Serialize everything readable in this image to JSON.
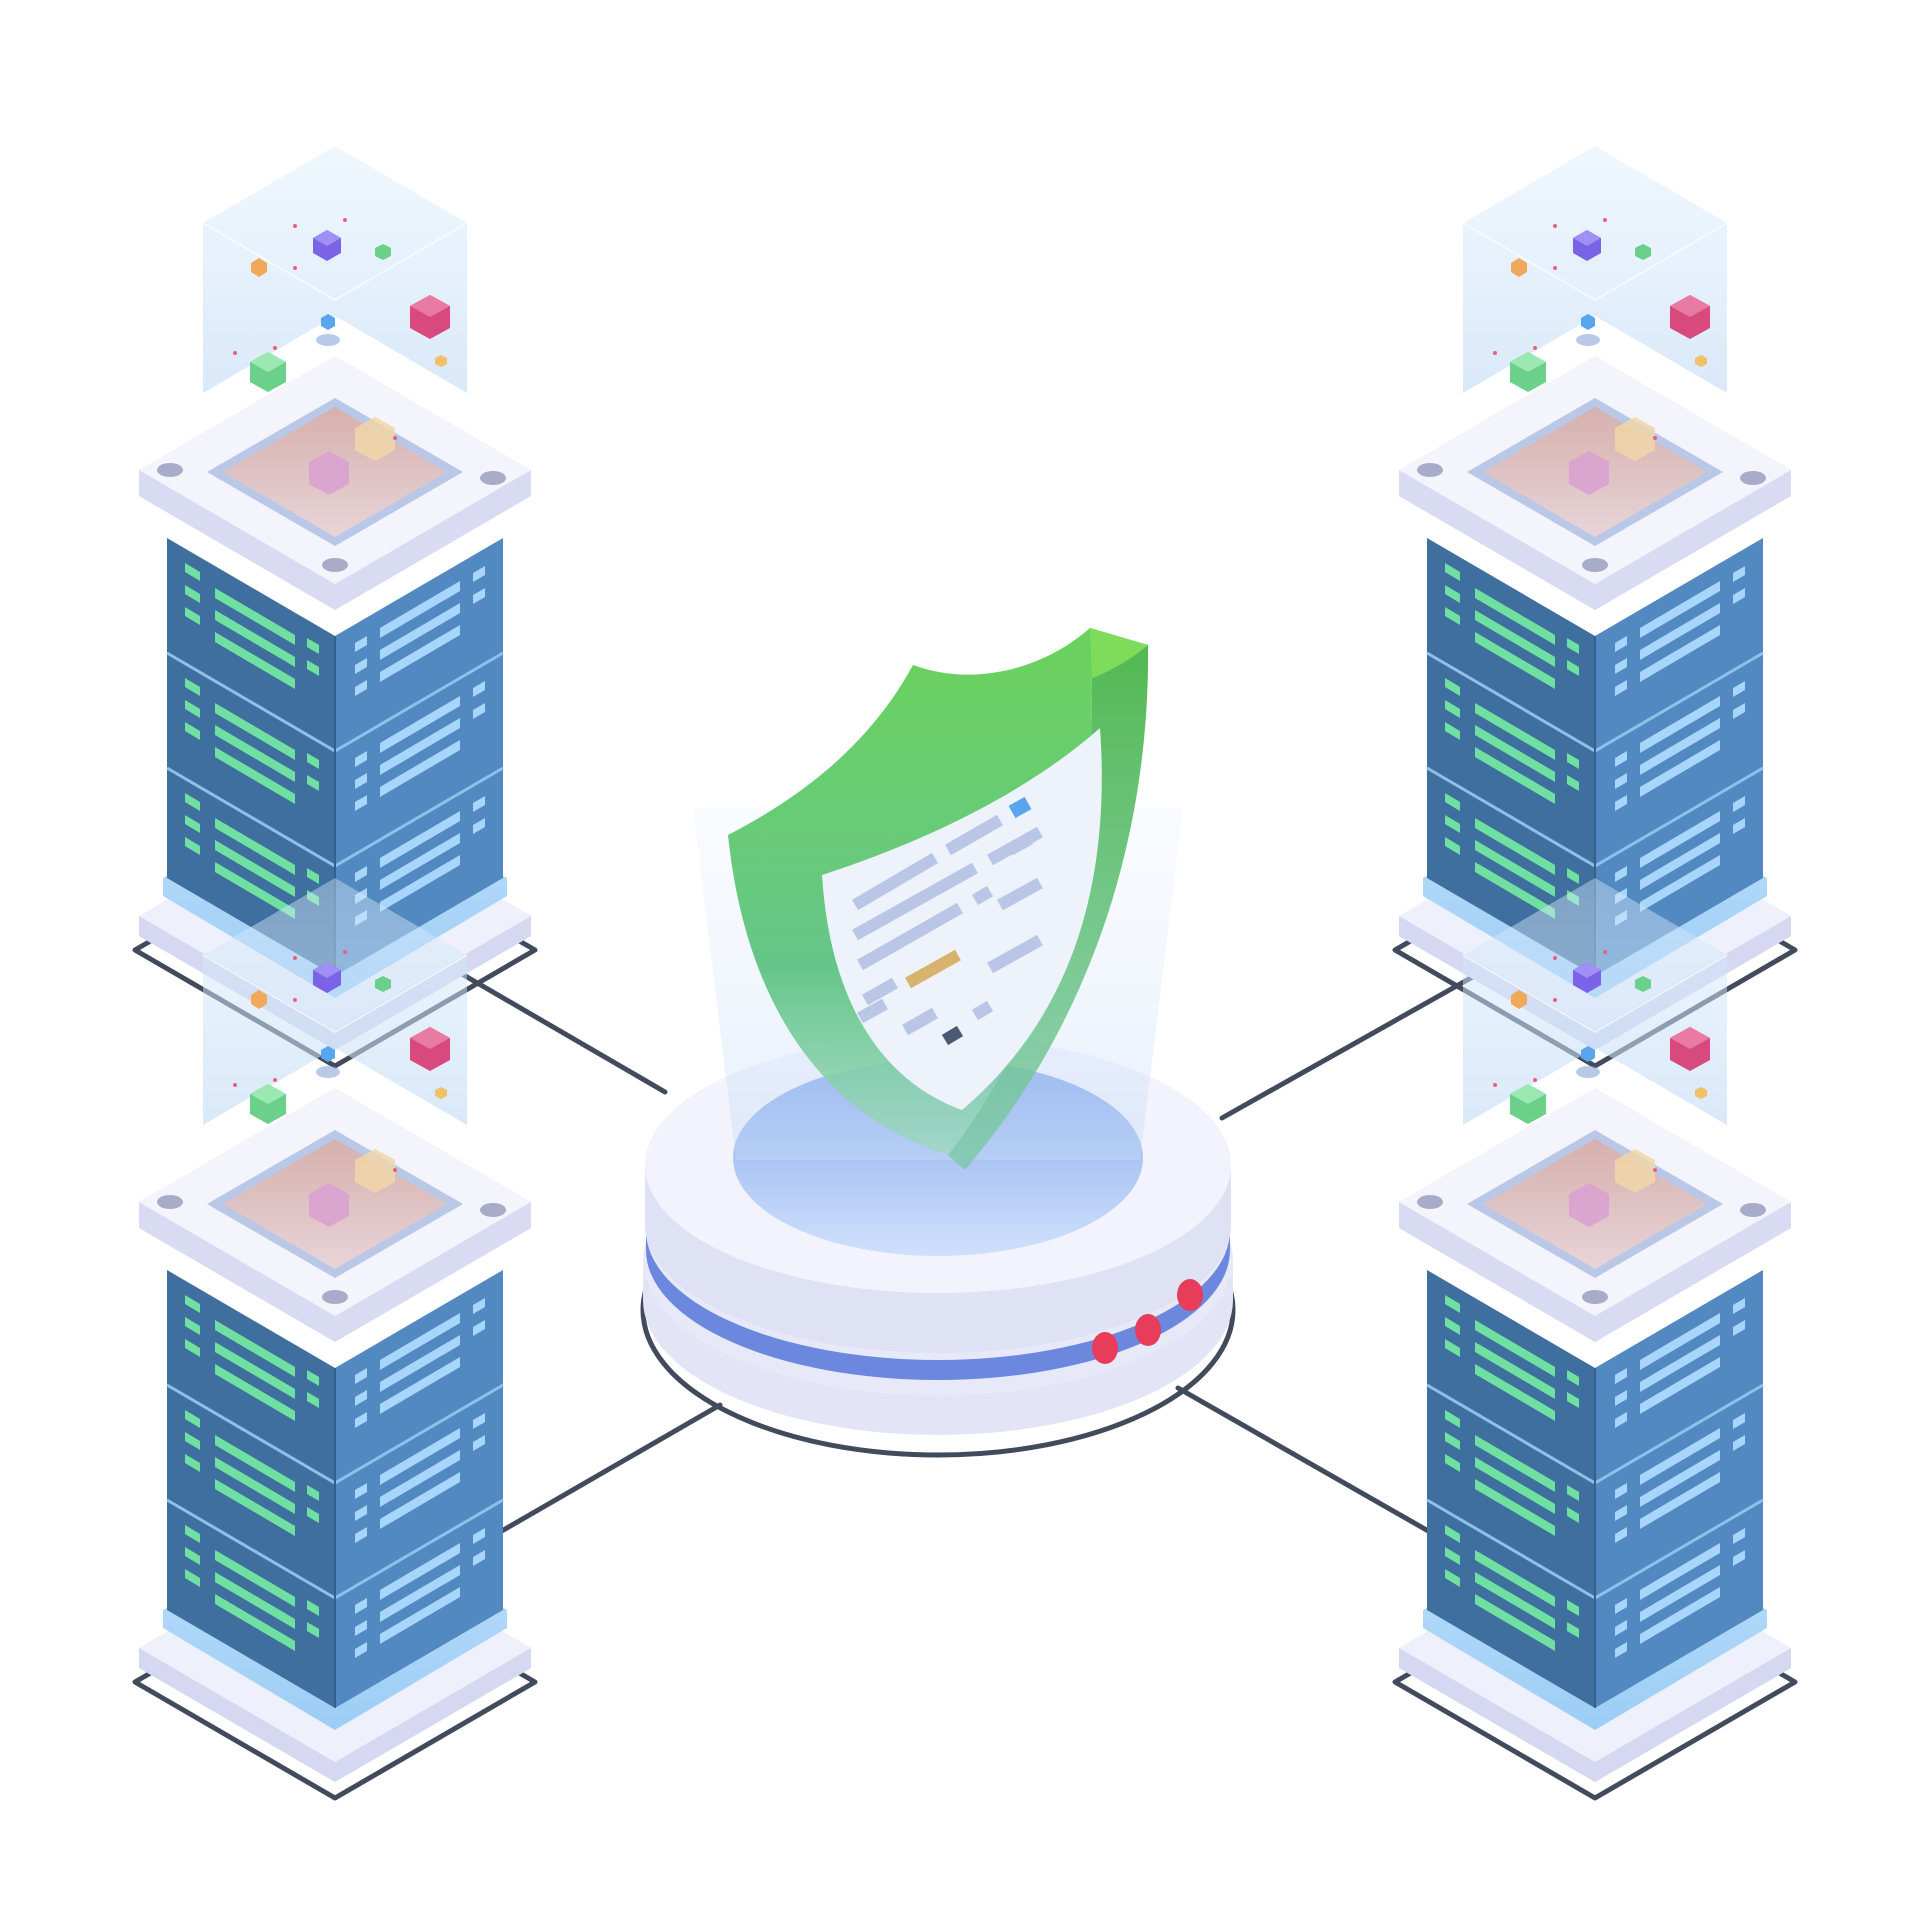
{
  "scene": {
    "description_icon": "secure-server-network-icon",
    "colors": {
      "background": "#ffffff",
      "connector": "#414b5c",
      "server_front": "#3f6f9f",
      "server_side": "#5289c0",
      "server_top": "#e9ebf8",
      "server_highlight": "#9fd0f6",
      "vent_green": "#6fe0a2",
      "vent_blue": "#a8d5fb",
      "hologram": "#cfe6fb",
      "chip": "#e4c4c1",
      "shield_green": "#5bc560",
      "shield_light": "#88de6a",
      "platform": "#e8e9f8",
      "platform_stripe": "#6b88de",
      "indicator_red": "#e83d5a",
      "cube_purple": "#7b63e8",
      "cube_pink": "#d84a7e",
      "cube_green": "#6bd08a",
      "cube_blue": "#5aa6ec",
      "cube_orange": "#f0a85a"
    },
    "servers": [
      {
        "name": "server-top-left"
      },
      {
        "name": "server-bottom-left"
      },
      {
        "name": "server-top-right"
      },
      {
        "name": "server-bottom-right"
      }
    ],
    "hub": {
      "icon": "security-shield-icon",
      "indicator_lights": 3
    }
  }
}
